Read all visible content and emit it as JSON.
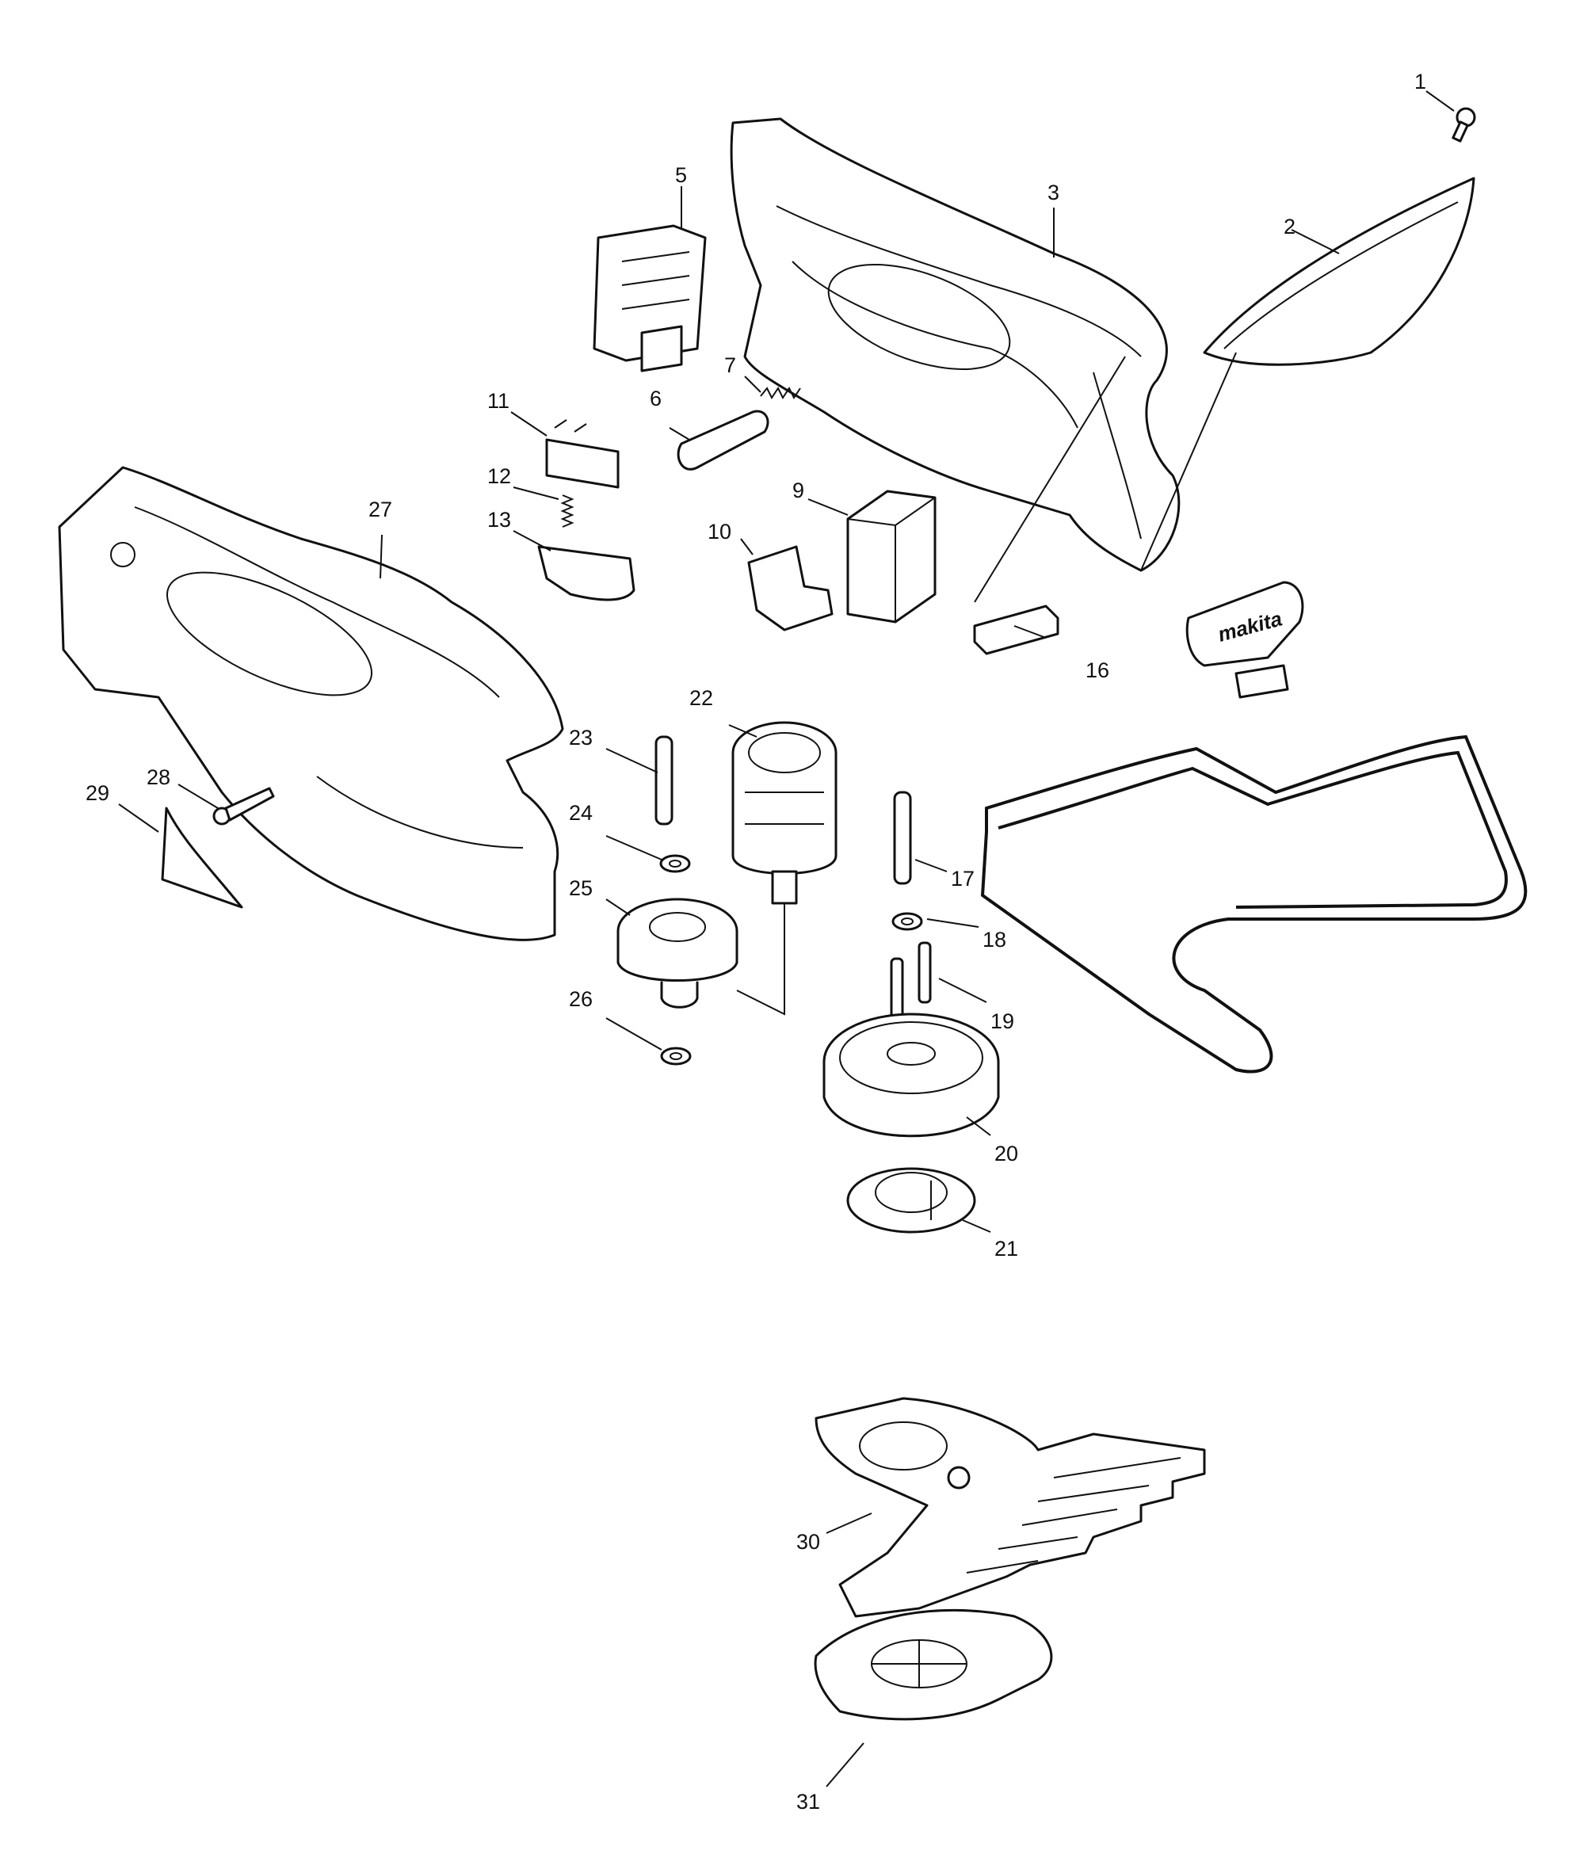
{
  "callouts": {
    "c1": "1",
    "c2": "2",
    "c3": "3",
    "c5": "5",
    "c6": "6",
    "c7": "7",
    "c9": "9",
    "c10": "10",
    "c11": "11",
    "c12": "12",
    "c13": "13",
    "c16": "16",
    "c17": "17",
    "c18": "18",
    "c19": "19",
    "c20": "20",
    "c21": "21",
    "c22": "22",
    "c23": "23",
    "c24": "24",
    "c25": "25",
    "c26": "26",
    "c27": "27",
    "c28": "28",
    "c29": "29",
    "c30": "30",
    "c31": "31"
  },
  "logo": {
    "brand": "makita"
  },
  "colors": {
    "line": "#111111",
    "fill": "#ffffff"
  }
}
